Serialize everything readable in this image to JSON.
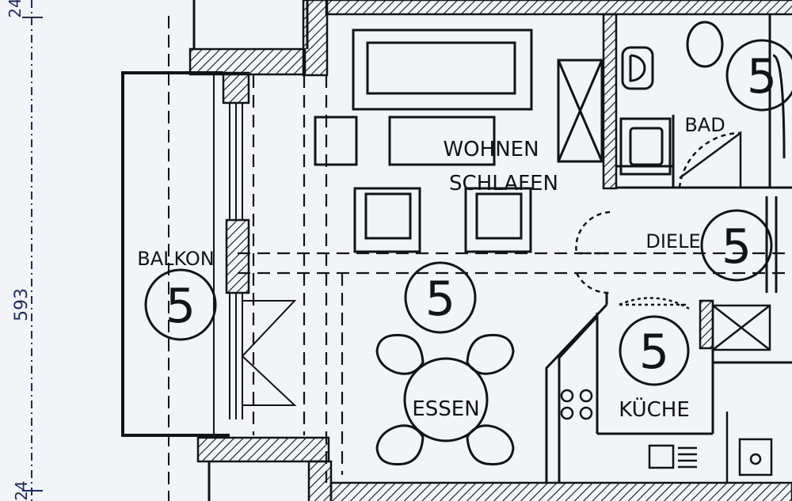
{
  "rooms": {
    "wohnen_line1": "WOHNEN",
    "wohnen_line2": "SCHLAFEN",
    "essen": "ESSEN",
    "balkon": "BALKON",
    "bad": "BAD",
    "diele": "DIELE",
    "kueche": "KÜCHE"
  },
  "markers": {
    "wohnen": "5",
    "balkon": "5",
    "bad": "5",
    "diele": "5",
    "kueche": "5"
  },
  "dimensions": {
    "left_main": "593",
    "left_top": "24",
    "left_bottom": "24"
  },
  "colors": {
    "ink": "#111318",
    "paper": "#f3f4f8",
    "dimension_ink": "#1f2a5e"
  }
}
